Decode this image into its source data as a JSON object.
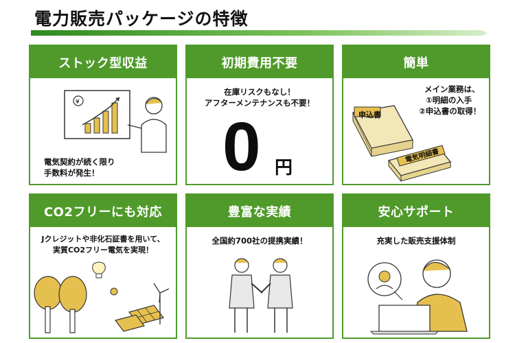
{
  "page": {
    "title": "電力販売パッケージの特徴"
  },
  "colors": {
    "accent": "#4f9a2a",
    "bar_start": "#2f8a1f",
    "bar_end": "#cfe9c0"
  },
  "cards": [
    {
      "title": "ストック型収益",
      "lines": [
        "電気契約が続く限り",
        "手数料が発生！"
      ],
      "icon": "presenter-chart-illustration"
    },
    {
      "title": "初期費用不要",
      "lines": [
        "在庫リスクもなし！",
        "アフターメンテナンスも不要！"
      ],
      "big_number": "0",
      "unit": "円"
    },
    {
      "title": "簡単",
      "lines": [
        "メイン業務は、",
        "①明細の入手",
        "②申込書の取得！"
      ],
      "doc1_label": "申込書",
      "doc2_label": "電気明細書",
      "icon": "documents-illustration"
    },
    {
      "title": "CO2フリーにも対応",
      "lines": [
        "Jクレジットや非化石証書を用いて、",
        "実質CO2フリー電気を実現！"
      ],
      "icon": "eco-illustration"
    },
    {
      "title": "豊富な実績",
      "lines": [
        "全国約700社の提携実績！"
      ],
      "icon": "handshake-illustration"
    },
    {
      "title": "安心サポート",
      "lines": [
        "充実した販売支援体制"
      ],
      "icon": "support-illustration"
    }
  ]
}
